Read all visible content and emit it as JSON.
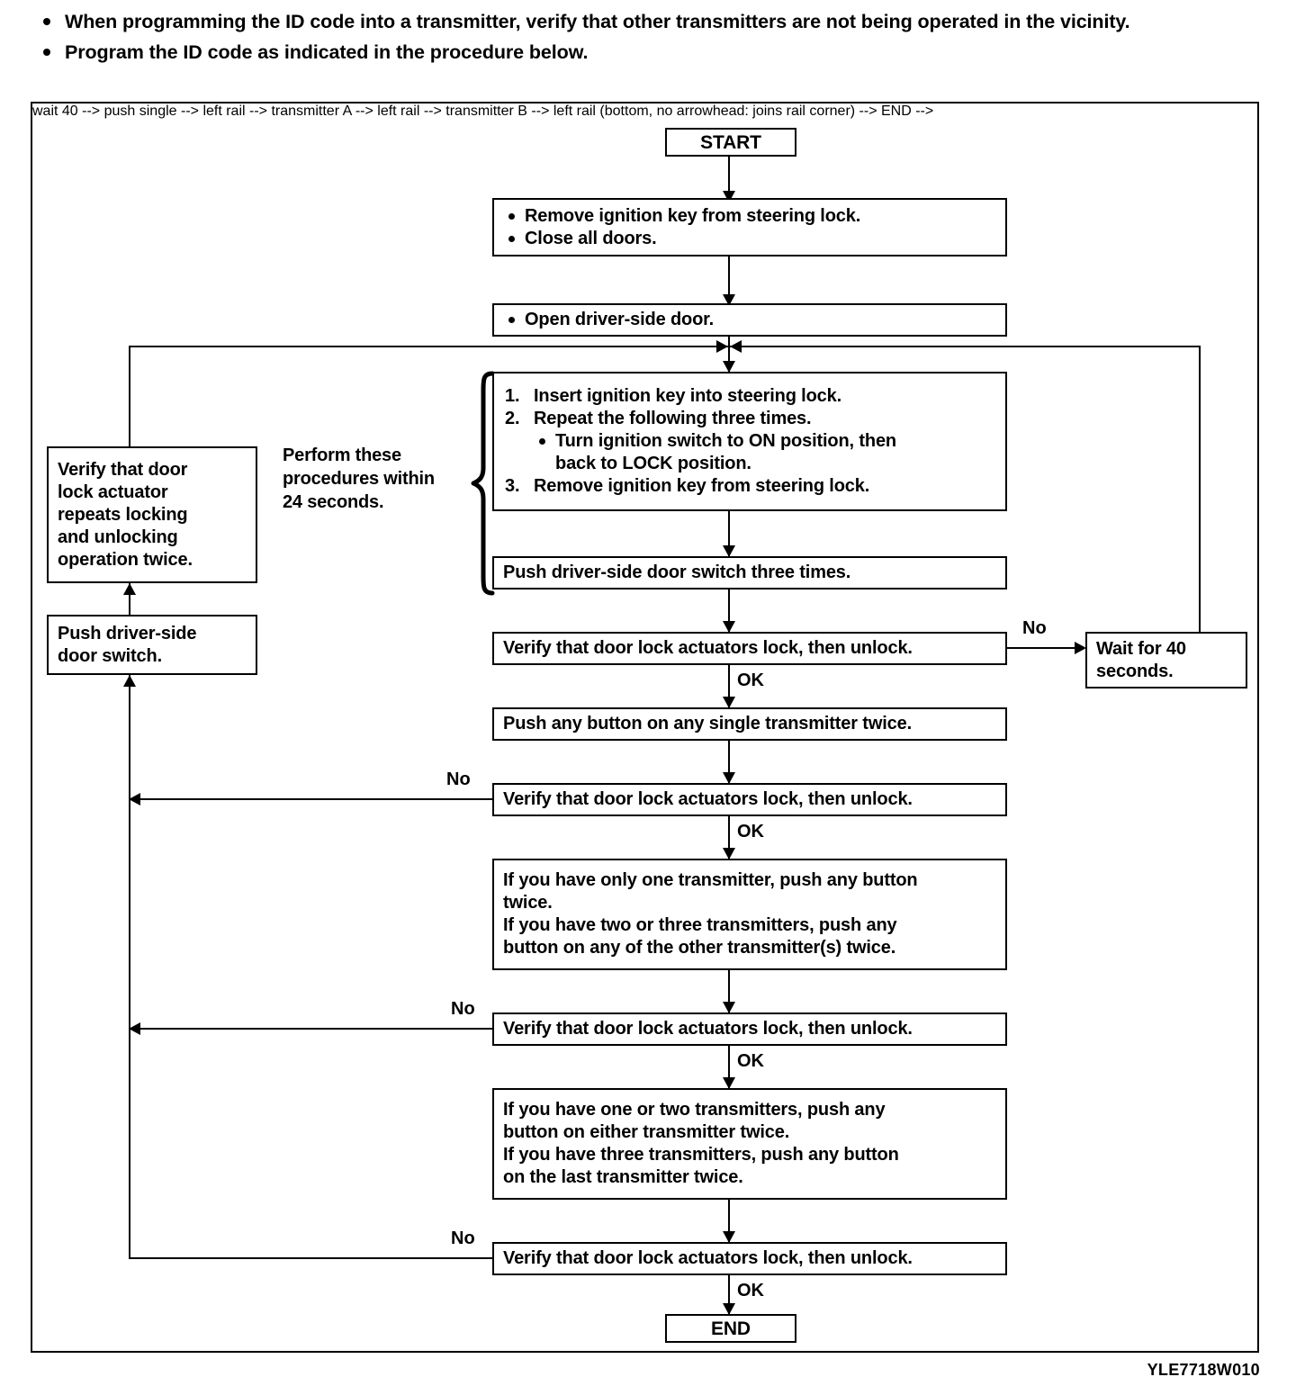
{
  "notes": [
    "When programming the ID code into a transmitter, verify that other transmitters are not being operated in the vicinity.",
    "Program the ID code as indicated in the procedure below."
  ],
  "flowchart": {
    "start_label": "START",
    "end_label": "END",
    "boxes": {
      "prepare": {
        "line1": "Remove ignition key from steering lock.",
        "line2": "Close all doors."
      },
      "open_door": {
        "line1": "Open driver-side door."
      },
      "ignition_steps": {
        "n1": "1.",
        "step1": "Insert ignition key into steering lock.",
        "n2": "2.",
        "step2_a": "Repeat the following ",
        "step2_b": "three times",
        "step2_c": ".",
        "substep_a": "Turn ignition switch to ON position, then",
        "substep_b": "back to LOCK position.",
        "n3": "3.",
        "step3": "Remove ignition key from steering lock."
      },
      "push_switch_three": {
        "text_a": "Push driver-side door switch ",
        "text_b": "three times",
        "text_c": "."
      },
      "verify_1": "Verify that door lock actuators lock, then unlock.",
      "wait_40": {
        "line1": "Wait for 40",
        "line2_bold": "seconds",
        "line2_tail": "."
      },
      "push_single": "Push any button on any single transmitter twice.",
      "verify_2": "Verify that door lock actuators lock, then unlock.",
      "transmitter_a": {
        "line1": "If you have only one transmitter, push any button",
        "line2": "twice.",
        "line3": "If you have two or three transmitters, push any",
        "line4": "button on any of the other transmitter(s) twice."
      },
      "verify_3": "Verify that door lock actuators lock, then unlock.",
      "transmitter_b": {
        "line1": "If you have one or two transmitters, push any",
        "line2": "button on either transmitter twice.",
        "line3": "If you have three transmitters, push any button",
        "line4": "on the last transmitter twice."
      },
      "verify_4": "Verify that door lock actuators lock, then unlock.",
      "verify_actuator_repeat": {
        "line1": "Verify that door",
        "line2": "lock actuator",
        "line3": "repeats locking",
        "line4": "and unlocking",
        "line5_a": "operation ",
        "line5_b": "twice",
        "line5_c": "."
      },
      "push_door_switch": {
        "line1": "Push driver-side",
        "line2": "door switch."
      }
    },
    "branch_labels": {
      "no_1": "No",
      "ok_1": "OK",
      "no_2": "No",
      "ok_2": "OK",
      "no_3": "No",
      "ok_3": "OK",
      "no_4": "No",
      "ok_4": "OK"
    },
    "side_note": {
      "line1": "Perform these",
      "line2_a": "procedures ",
      "line2_b": "within",
      "line3_b": "24 seconds",
      "line3_c": "."
    }
  },
  "reference_code": "YLE7718W010"
}
